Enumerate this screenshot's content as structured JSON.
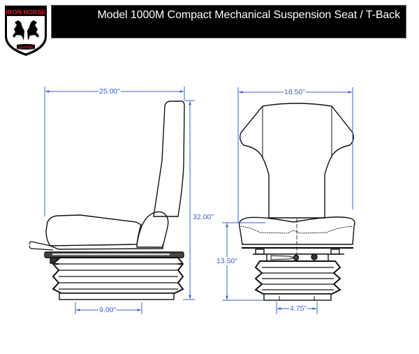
{
  "brand": {
    "name_top": "IRON HORSE",
    "name_bottom": "SEATING",
    "colors": {
      "red": "#d0202a",
      "black": "#000000",
      "white": "#ffffff"
    }
  },
  "header": {
    "title": "Model 1000M Compact Mechanical Suspension Seat / T-Back",
    "background": "#000000",
    "text_color": "#ffffff"
  },
  "drawing": {
    "dimension_color": "#3b5fd6",
    "line_color": "#111111",
    "side_view": {
      "label": "side-view",
      "dimensions": {
        "overall_depth": "25.00\"",
        "overall_height": "32.00\"",
        "base_depth": "9.00\""
      }
    },
    "front_view": {
      "label": "front-view",
      "dimensions": {
        "overall_width": "18.50\"",
        "seat_height": "13.50\"",
        "base_width": "4.75\""
      }
    }
  }
}
